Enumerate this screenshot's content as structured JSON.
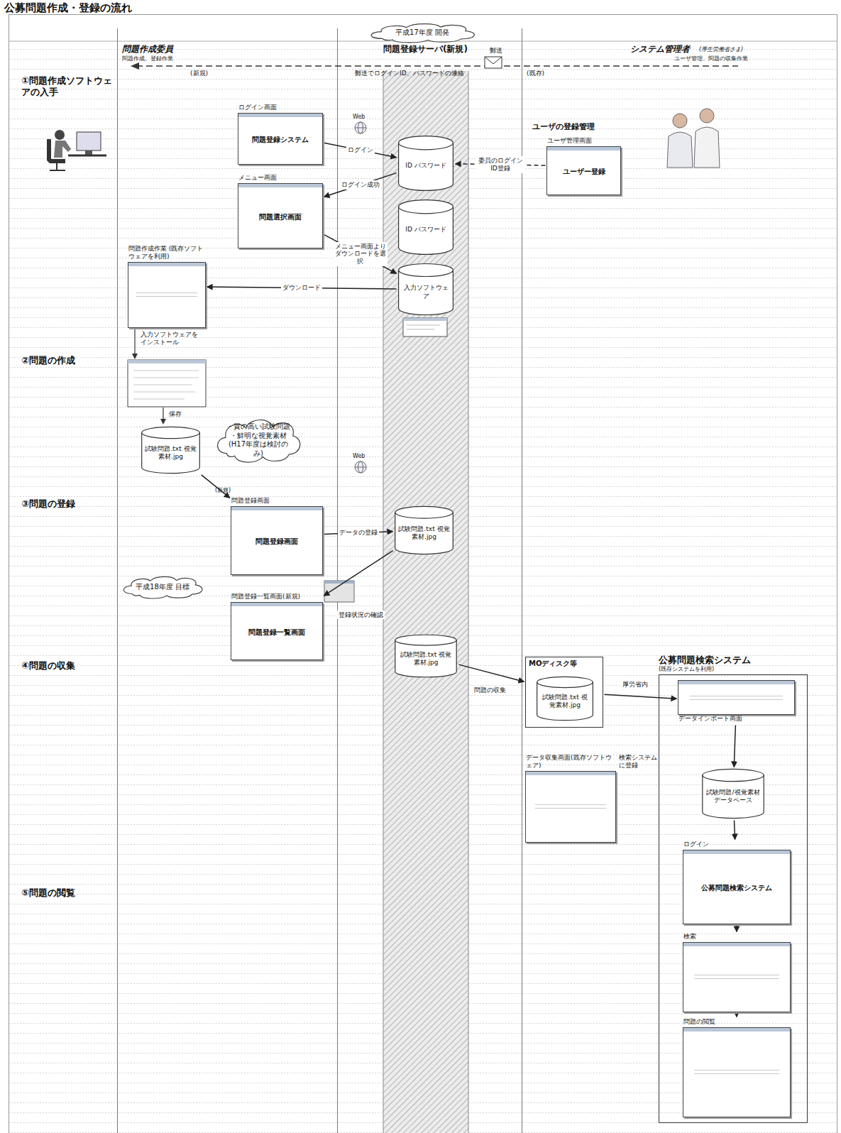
{
  "diagram": {
    "title": "公募問題作成・登録の流れ",
    "nodes": [
      {
        "text": [
          "平成17年度 開発"
        ]
      },
      {
        "text": [
          "ログイン画面",
          "問題登録システム"
        ]
      },
      {
        "text": [
          "ID パスワード"
        ]
      },
      {
        "text": [
          "ユーザ管理画面",
          "ユーザー登録"
        ]
      },
      {
        "text": [
          "メニュー画面",
          "問題選択画面"
        ]
      },
      {
        "text": [
          "ID パスワード"
        ]
      },
      {
        "text": [
          "入力ソフトウェア"
        ]
      },
      {
        "text": [
          "問題作成作業 (既存ソフトウェアを利用)"
        ]
      },
      {
        "text": [
          "試験問題.txt 視覚素材.jpg"
        ]
      },
      {
        "text": [
          "・質の高い試験問題 ・鮮明な視覚素材 (H17年度は検討のみ)"
        ]
      },
      {
        "text": [
          "問題登録画面",
          "問題登録画面"
        ]
      },
      {
        "text": [
          "試験問題.txt 視覚素材.jpg"
        ]
      },
      {
        "text": [
          "平成18年度 目標"
        ]
      },
      {
        "text": [
          "問題登録一覧画面(新規)",
          "問題登録一覧画面"
        ]
      },
      {
        "text": [
          "試験問題.txt 視覚素材.jpg"
        ]
      },
      {
        "text": [
          "MOディスク等"
        ]
      },
      {
        "text": [
          "試験問題.txt 視覚素材.jpg"
        ],
        "in": 15
      },
      {
        "text": [
          "データ収集画面(既存ソフトウェア)"
        ]
      },
      {
        "text": [
          "公募問題検索システム",
          "(既存システムを利用)"
        ]
      },
      {
        "text": [
          "データインポート画面"
        ],
        "in": 18
      },
      {
        "text": [
          "試験問題/視覚素材データベース"
        ],
        "in": 18
      },
      {
        "text": [
          "ログイン",
          "公募問題検索システム"
        ],
        "in": 18
      },
      {
        "text": [
          "検索"
        ],
        "in": 18
      },
      {
        "text": [
          "問題の閲覧"
        ],
        "in": 18
      }
    ],
    "edges": [
      {
        "from": 1,
        "to": 2,
        "label": "ログイン",
        "arrow": "to"
      },
      {
        "from": 3,
        "to": 2,
        "label": "委員のログインID登録",
        "arrow": "to"
      },
      {
        "from": 2,
        "to": 4,
        "label": "ログイン成功",
        "arrow": "to"
      },
      {
        "from": 4,
        "to": 6,
        "label": "メニュー画面よりダウンロードを選択",
        "arrow": "to"
      },
      {
        "from": 6,
        "to": 7,
        "label": "ダウンロード",
        "arrow": "to"
      },
      {
        "from": 8,
        "to": 10,
        "arrow": "to"
      },
      {
        "from": 10,
        "to": 11,
        "label": "データの登録",
        "arrow": "to"
      },
      {
        "from": 11,
        "to": 13,
        "label": "登録状況の確認",
        "arrow": "to"
      },
      {
        "from": 14,
        "to": 15,
        "label": "問題の収集",
        "arrow": "to"
      },
      {
        "from": 15,
        "to": 19,
        "label": "厚労省内",
        "arrow": "to"
      },
      {
        "from": 19,
        "to": 20,
        "arrow": "to"
      },
      {
        "from": 20,
        "to": 21,
        "arrow": "to"
      },
      {
        "from": 21,
        "to": 22,
        "arrow": "to"
      },
      {
        "from": 22,
        "to": 23,
        "arrow": "to"
      }
    ],
    "labels": [
      "問題作成委員",
      "問題作成、登録作業",
      "問題登録サーバ(新規)",
      "システム管理者",
      "(厚生労働省さま)",
      "ユーザ管理、問題の収集作業",
      "(新規)",
      "郵送でログインID、パスワードの連絡",
      "郵送",
      "(既存)",
      "①問題作成ソフトウェアの入手",
      "②問題の作成",
      "③問題の登録",
      "④問題の収集",
      "⑤問題の閲覧",
      "Web",
      "Web",
      "ユーザの登録管理",
      "入力ソフトウェアをインストール",
      "保存",
      "検索システムに登録",
      "(新規)"
    ]
  }
}
